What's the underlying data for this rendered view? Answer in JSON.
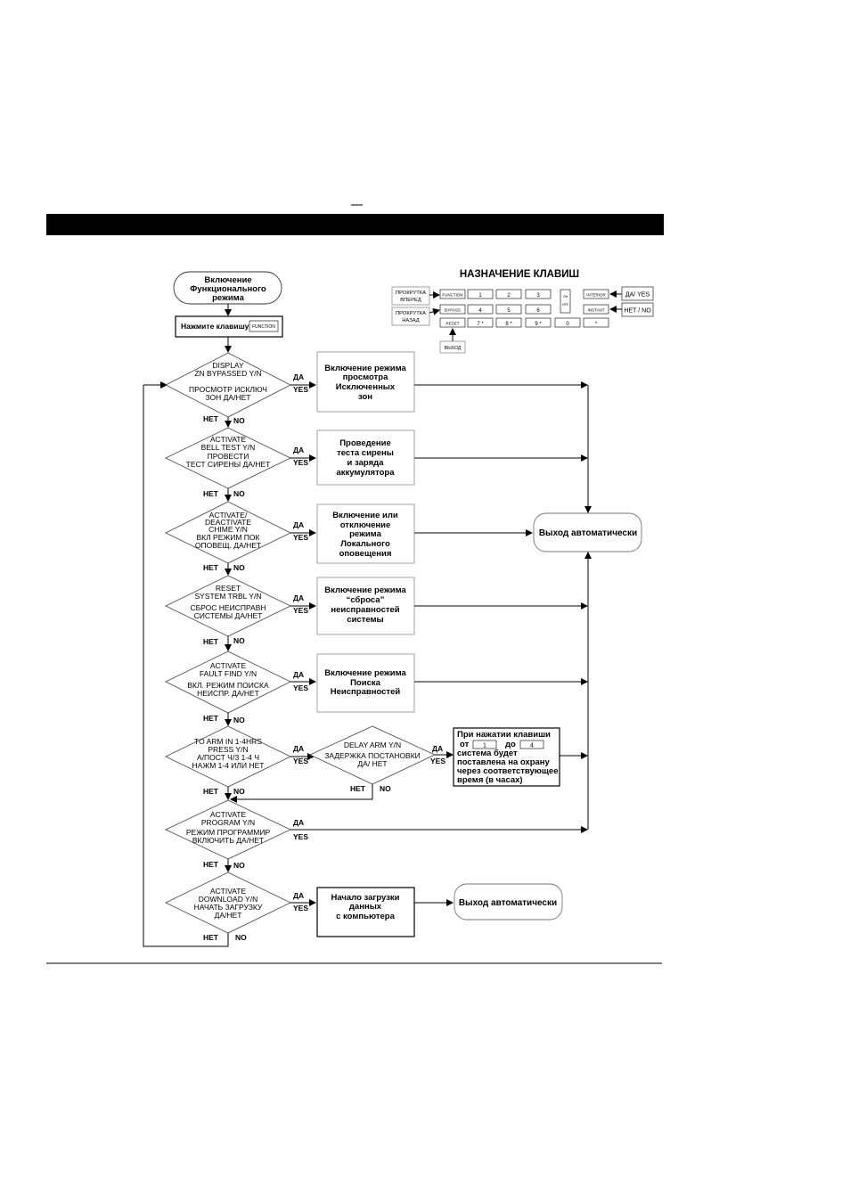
{
  "header": {
    "mark": "_"
  },
  "keys_legend": {
    "title": "НАЗНАЧЕНИЕ КЛАВИШ",
    "scroll_forward": [
      "ПРОКРУТКА",
      "ВПЕРЕД"
    ],
    "scroll_back": [
      "ПРОКРУТКА",
      "НАЗАД"
    ],
    "exit": "ВЫХОД",
    "yes_label": "ДА/ YES",
    "no_label": "НЕТ / NO",
    "keys": {
      "function": "FUNCTION",
      "bypass": "BYPASS",
      "reset": "RESET",
      "k1": "1",
      "k2": "2",
      "k3": "3",
      "k4": "4",
      "k5": "5",
      "k6": "6",
      "k7": "7 *",
      "k8": "8 *",
      "k9": "9 *",
      "k0": "0",
      "star": "*",
      "on": "ON",
      "off": "OFF",
      "interior": "INTERIOR",
      "instant": "INSTANT"
    }
  },
  "start": {
    "lines": [
      "Включение",
      "Функционального",
      "режима"
    ]
  },
  "press": {
    "text": "Нажмите клавишу",
    "key": "FUNCTION"
  },
  "yes_label": [
    "ДА",
    "YES"
  ],
  "no_label": [
    "НЕТ",
    "NO"
  ],
  "decisions": [
    {
      "lines": [
        "DISPLAY",
        "ZN BYPASSED Y/N",
        "",
        "ПРОСМОТР ИСКЛЮЧ",
        "ЗОН ДА/НЕТ"
      ]
    },
    {
      "lines": [
        "ACTIVATE",
        "BELL TEST Y/N",
        "ПРОВЕСТИ",
        "ТЕСТ СИРЕНЫ ДА/НЕТ"
      ]
    },
    {
      "lines": [
        "ACTIVATE/",
        "DEACTIVATE",
        "CHIME Y/N",
        "ВКЛ РЕЖИМ ПОК",
        "ОПОВЕЩ. ДА/НЕТ"
      ]
    },
    {
      "lines": [
        "RESET",
        "SYSTEM TRBL Y/N",
        "СБРОС НЕИСПРАВН",
        "СИСТЕМЫ ДА/НЕТ"
      ]
    },
    {
      "lines": [
        "ACTIVATE",
        "FAULT FIND Y/N",
        "ВКЛ. РЕЖИМ ПОИСКА",
        "НЕИСПР. ДА/НЕТ"
      ]
    },
    {
      "lines": [
        "TO ARM IN 1-4HRS",
        "PRESS Y/N",
        "А/ПОСТ Ч/З 1-4 Ч",
        "НАЖМ 1-4 ИЛИ НЕТ"
      ]
    },
    {
      "lines": [
        "ACTIVATE",
        "PROGRAM Y/N",
        "РЕЖИМ ПРОГРАММИР",
        "ВКЛЮЧИТЬ ДА/НЕТ"
      ]
    },
    {
      "lines": [
        "ACTIVATE",
        "DOWNLOAD Y/N",
        "НАЧАТЬ ЗАГРУЗКУ",
        "ДА/НЕТ"
      ]
    }
  ],
  "actions": [
    {
      "lines": [
        "Включение режима",
        "просмотра",
        "Исключенных",
        "зон"
      ]
    },
    {
      "lines": [
        "Проведение",
        "теста сирены",
        "и заряда",
        "аккумулятора"
      ]
    },
    {
      "lines": [
        "Включение или",
        "отключение",
        "режима",
        "Локального",
        "оповещения"
      ]
    },
    {
      "lines": [
        "Включение режима",
        "“сброса”",
        "неисправностей",
        "системы"
      ]
    },
    {
      "lines": [
        "Включение режима",
        "Поиска",
        "Неисправностей"
      ]
    },
    {
      "lines": [
        "Начало загрузки",
        "данных",
        "с компьютера"
      ]
    }
  ],
  "delay": {
    "lines": [
      "DELAY ARM Y/N",
      "ЗАДЕРЖКА ПОСТАНОВКИ",
      "ДА/ НЕТ"
    ]
  },
  "arm_note": {
    "line1": "При нажатии клавиши",
    "from": "от",
    "key_from": "1",
    "to": "до",
    "key_to": "4",
    "line3": "система будет",
    "line4": "поставлена на охрану",
    "line5": "через соответствующее",
    "line6": "время (в часах)"
  },
  "exit_auto": "Выход автоматически",
  "exit_auto2": "Выход автоматически"
}
